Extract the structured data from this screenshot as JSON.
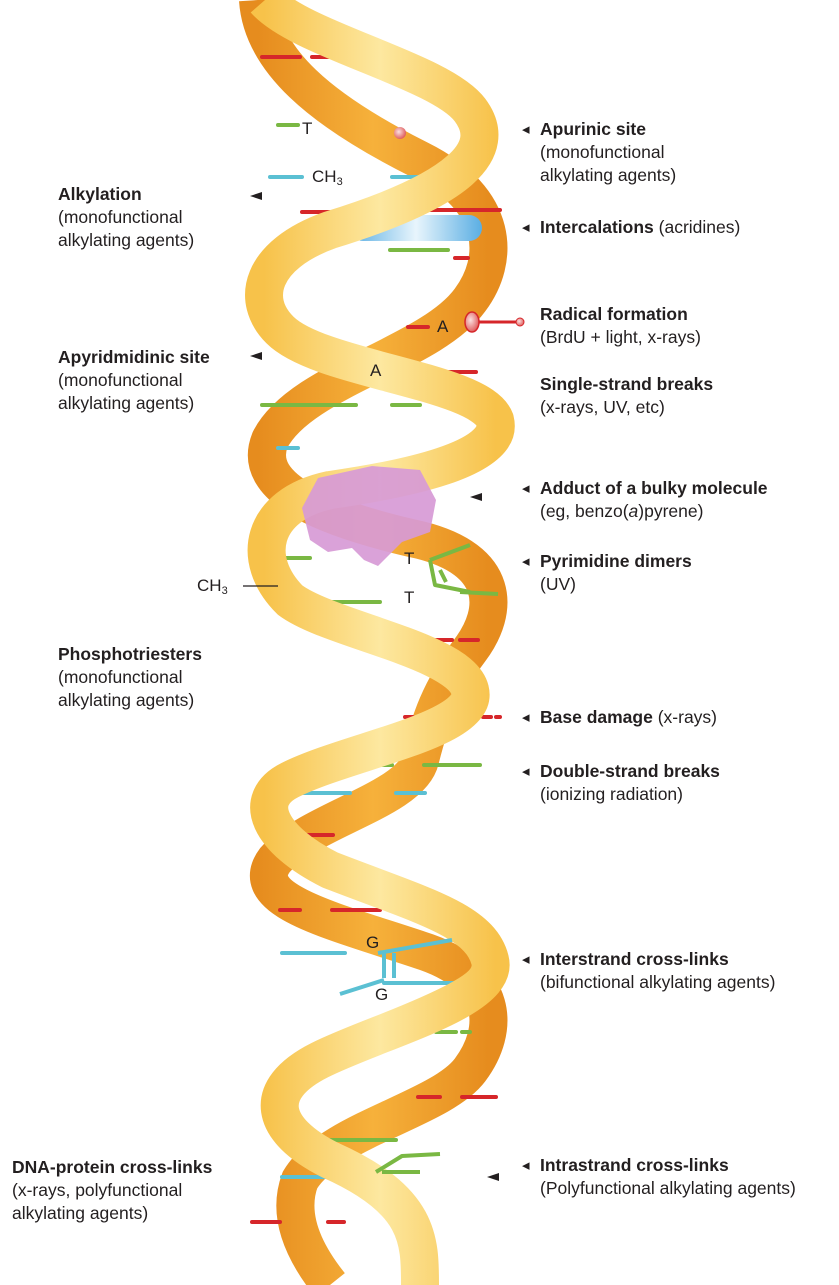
{
  "left_labels": {
    "alkylation": {
      "title": "Alkylation",
      "sub1": "(monofunctional",
      "sub2": "alkylating agents)"
    },
    "apyrimidinic": {
      "title": "Apyridmidinic site",
      "sub1": "(monofunctional",
      "sub2": "alkylating agents)"
    },
    "phosphotriesters": {
      "title": "Phosphotriesters",
      "sub1": "(monofunctional",
      "sub2": "alkylating agents)"
    },
    "dna_protein": {
      "title": "DNA-protein cross-links",
      "sub1": "(x-rays, polyfunctional",
      "sub2": "alkylating agents)"
    }
  },
  "right_labels": {
    "apurinic": {
      "title": "Apurinic site",
      "sub1": "(monofunctional",
      "sub2": "alkylating agents)"
    },
    "intercalations": {
      "title": "Intercalations",
      "inline": " (acridines)"
    },
    "radical": {
      "title": "Radical formation",
      "sub1": "(BrdU + light, x-rays)"
    },
    "single_strand": {
      "title": "Single-strand breaks",
      "sub1": "(x-rays, UV, etc)"
    },
    "adduct": {
      "title": "Adduct of a bulky molecule",
      "sub1a": "(eg, benzo(",
      "sub1b": "a",
      "sub1c": ")pyrene)"
    },
    "pyrimidine": {
      "title": "Pyrimidine dimers",
      "sub1": "(UV)"
    },
    "base_damage": {
      "title": "Base damage",
      "inline": " (x-rays)"
    },
    "double_strand": {
      "title": "Double-strand breaks",
      "sub1": "(ionizing radiation)"
    },
    "interstrand": {
      "title": "Interstrand cross-links",
      "sub1": "(bifunctional alkylating agents)"
    },
    "intrastrand": {
      "title": "Intrastrand cross-links",
      "sub1": "(Polyfunctional alkylating agents)"
    }
  },
  "base_labels": {
    "t_top": "T",
    "ch3_top": "CH",
    "ch3_top_sub": "3",
    "a_upper": "A",
    "a_lower": "A",
    "t_dimer1": "T",
    "t_dimer2": "T",
    "ch3_mid": "CH",
    "ch3_mid_sub": "3",
    "g_upper": "G",
    "g_lower": "G"
  },
  "colors": {
    "strand_light": "#fde28a",
    "strand_dark": "#f0a22a",
    "base_red": "#d6262a",
    "base_green": "#7ab843",
    "base_cyan": "#5bc0d3",
    "intercalator": "#7ec3ea",
    "protein": "#d79ad6"
  }
}
